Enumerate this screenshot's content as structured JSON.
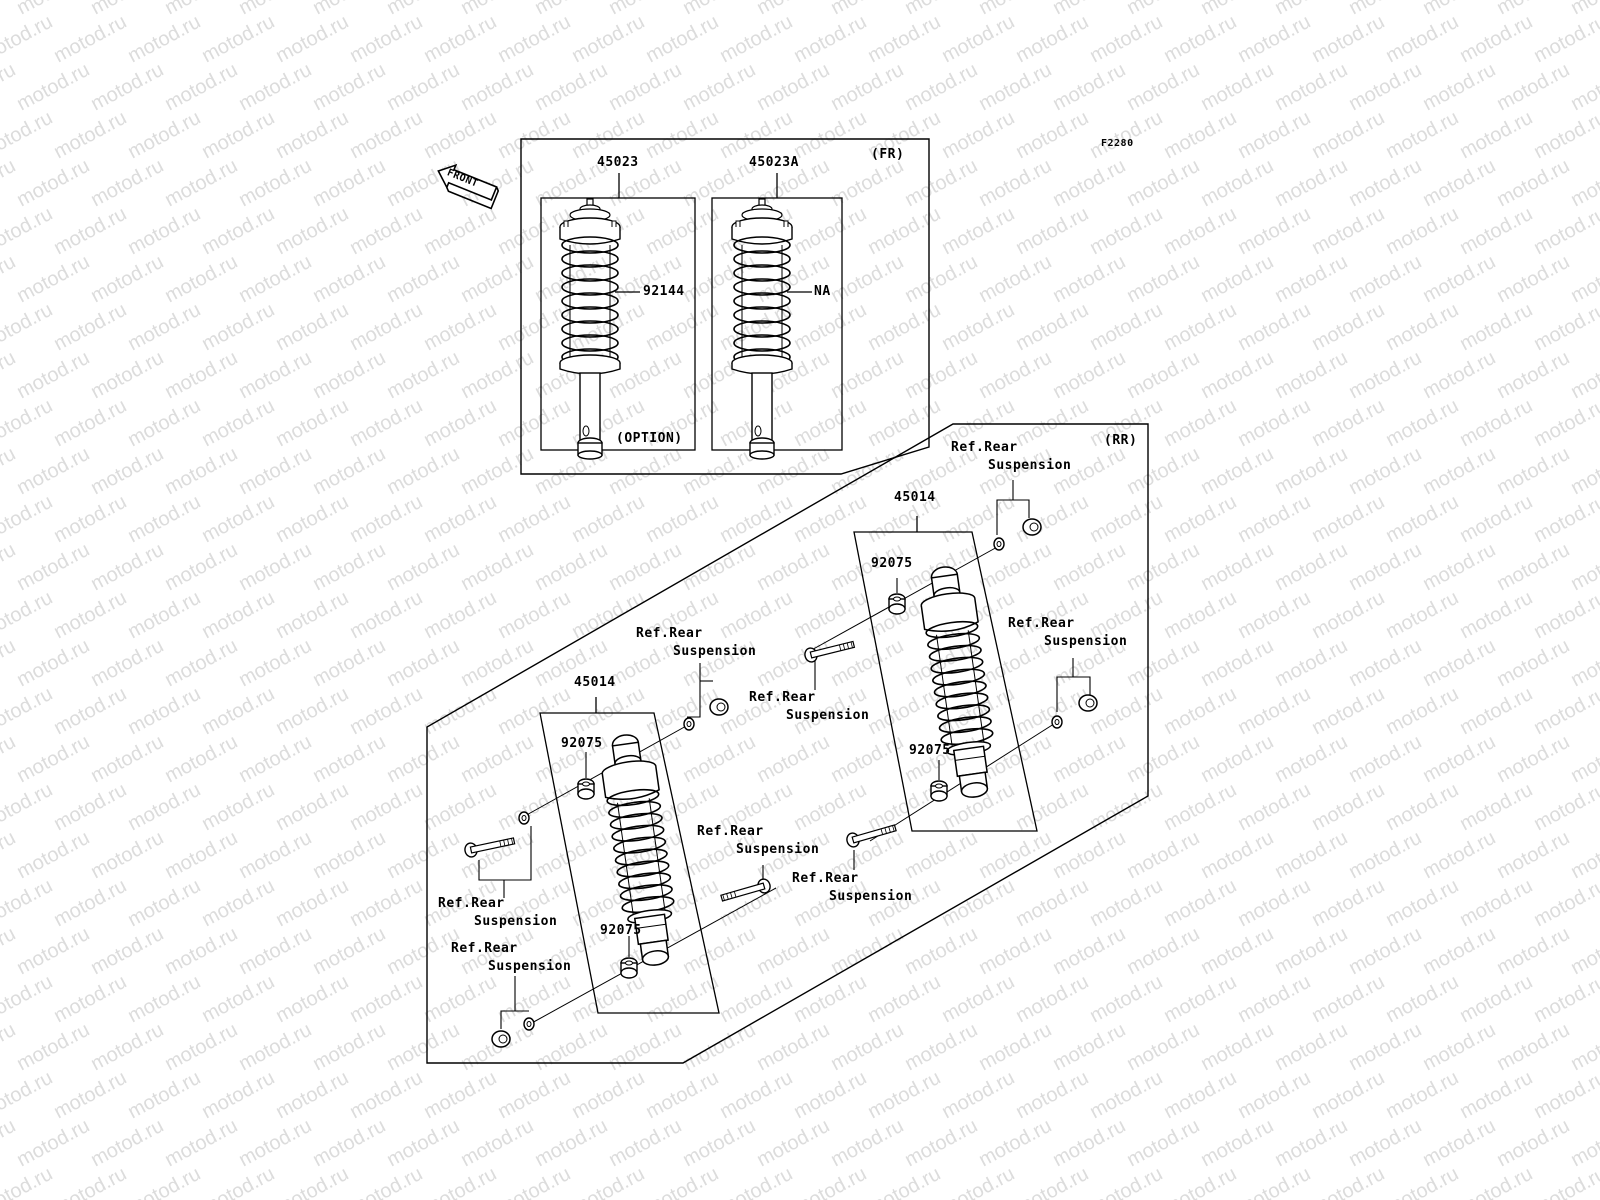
{
  "watermark": "motod.ru",
  "figure_code": "F2280",
  "front_arrow_label": "FRONT",
  "front_section": {
    "title": "(FR)",
    "parts": [
      {
        "number": "45023",
        "spring_callout": "92144",
        "note": "(OPTION)"
      },
      {
        "number": "45023A",
        "spring_callout": "NA"
      }
    ]
  },
  "rear_section": {
    "title": "(RR)",
    "absorber_number": "45014",
    "bushing_number": "92075",
    "ref_line1": "Ref.Rear",
    "ref_line2": "Suspension"
  }
}
